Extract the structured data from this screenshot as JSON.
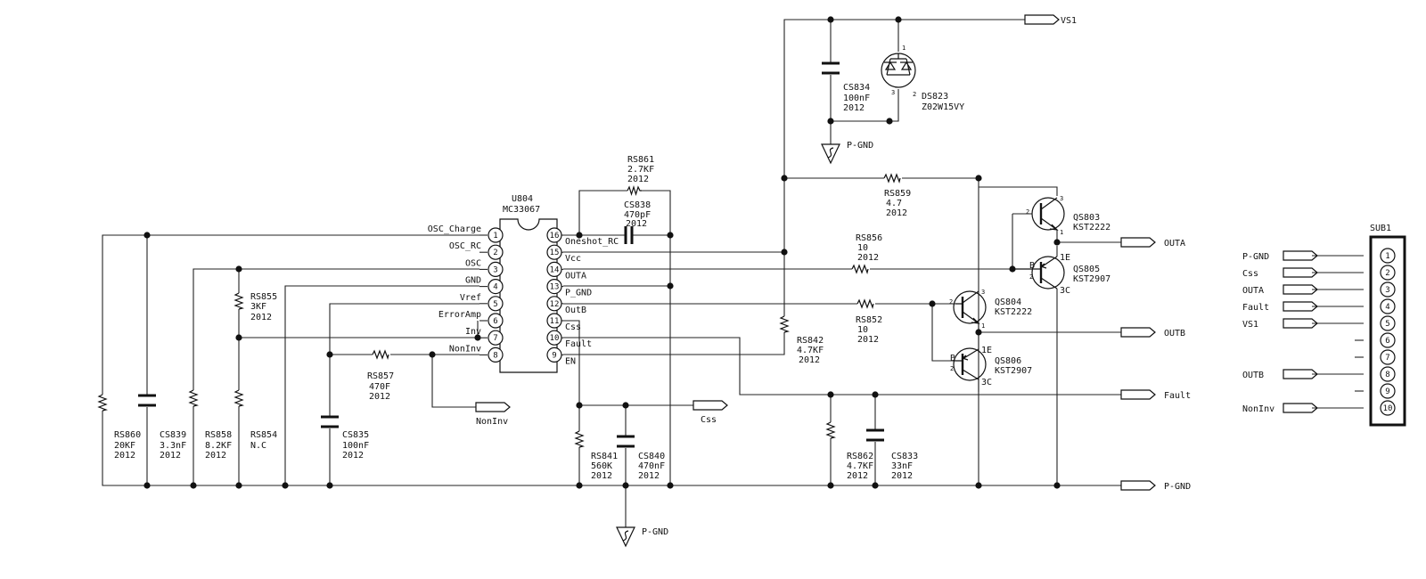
{
  "ic": {
    "ref": "U804",
    "part": "MC33067",
    "left_pins": [
      {
        "num": "1",
        "name": "OSC_Charge"
      },
      {
        "num": "2",
        "name": "OSC_RC"
      },
      {
        "num": "3",
        "name": "OSC"
      },
      {
        "num": "4",
        "name": "GND"
      },
      {
        "num": "5",
        "name": "Vref"
      },
      {
        "num": "6",
        "name": "ErrorAmp"
      },
      {
        "num": "7",
        "name": "Inv"
      },
      {
        "num": "8",
        "name": "NonInv"
      }
    ],
    "right_pins": [
      {
        "num": "16",
        "name": "Oneshot_RC"
      },
      {
        "num": "15",
        "name": "Vcc"
      },
      {
        "num": "14",
        "name": "OUTA"
      },
      {
        "num": "13",
        "name": "P_GND"
      },
      {
        "num": "12",
        "name": "OutB"
      },
      {
        "num": "11",
        "name": "Css"
      },
      {
        "num": "10",
        "name": "Fault"
      },
      {
        "num": "9",
        "name": "EN"
      }
    ]
  },
  "parts": {
    "rs860": {
      "ref": "RS860",
      "value": "20KF",
      "pkg": "2012"
    },
    "cs839": {
      "ref": "CS839",
      "value": "3.3nF",
      "pkg": "2012"
    },
    "rs858": {
      "ref": "RS858",
      "value": "8.2KF",
      "pkg": "2012"
    },
    "rs854": {
      "ref": "RS854",
      "value": "N.C"
    },
    "rs855": {
      "ref": "RS855",
      "value": "3KF",
      "pkg": "2012"
    },
    "cs835": {
      "ref": "CS835",
      "value": "100nF",
      "pkg": "2012"
    },
    "rs857": {
      "ref": "RS857",
      "value": "470F",
      "pkg": "2012"
    },
    "rs861": {
      "ref": "RS861",
      "value": "2.7KF",
      "pkg": "2012"
    },
    "cs838": {
      "ref": "CS838",
      "value": "470pF",
      "pkg": "2012"
    },
    "rs841": {
      "ref": "RS841",
      "value": "560K",
      "pkg": "2012"
    },
    "cs840": {
      "ref": "CS840",
      "value": "470nF",
      "pkg": "2012"
    },
    "rs842": {
      "ref": "RS842",
      "value": "4.7KF",
      "pkg": "2012"
    },
    "cs834": {
      "ref": "CS834",
      "value": "100nF",
      "pkg": "2012"
    },
    "ds823": {
      "ref": "DS823",
      "value": "Z02W15VY",
      "pin1": "1",
      "pin2": "2",
      "pin3": "3"
    },
    "rs859": {
      "ref": "RS859",
      "value": "4.7",
      "pkg": "2012"
    },
    "rs856": {
      "ref": "RS856",
      "value": "10",
      "pkg": "2012"
    },
    "rs852": {
      "ref": "RS852",
      "value": "10",
      "pkg": "2012"
    },
    "rs862": {
      "ref": "RS862",
      "value": "4.7KF",
      "pkg": "2012"
    },
    "cs833": {
      "ref": "CS833",
      "value": "33nF",
      "pkg": "2012"
    },
    "qs803": {
      "ref": "QS803",
      "value": "KST2222",
      "p1": "1",
      "p2": "2",
      "p3": "3"
    },
    "qs805": {
      "ref": "QS805",
      "value": "KST2907",
      "pe": "1E",
      "pb": "B",
      "p2": "2",
      "pc": "3C"
    },
    "qs804": {
      "ref": "QS804",
      "value": "KST2222",
      "p1": "1",
      "p2": "2",
      "p3": "3"
    },
    "qs806": {
      "ref": "QS806",
      "value": "KST2907",
      "pe": "1E",
      "pb": "B",
      "p2": "2",
      "pc": "3C"
    }
  },
  "nets": {
    "vs1": "VS1",
    "pgnd_top": "P-GND",
    "pgnd_bottom": "P-GND",
    "noninv": "NonInv",
    "css": "Css",
    "outa": "OUTA",
    "outb": "OUTB",
    "fault": "Fault",
    "pgnd_right": "P-GND"
  },
  "connector": {
    "ref": "SUB1",
    "pins": [
      {
        "num": "1",
        "label": "P-GND"
      },
      {
        "num": "2",
        "label": "Css"
      },
      {
        "num": "3",
        "label": "OUTA"
      },
      {
        "num": "4",
        "label": "Fault"
      },
      {
        "num": "5",
        "label": "VS1"
      },
      {
        "num": "6",
        "label": ""
      },
      {
        "num": "7",
        "label": ""
      },
      {
        "num": "8",
        "label": "OUTB"
      },
      {
        "num": "9",
        "label": ""
      },
      {
        "num": "10",
        "label": "NonInv"
      }
    ]
  }
}
